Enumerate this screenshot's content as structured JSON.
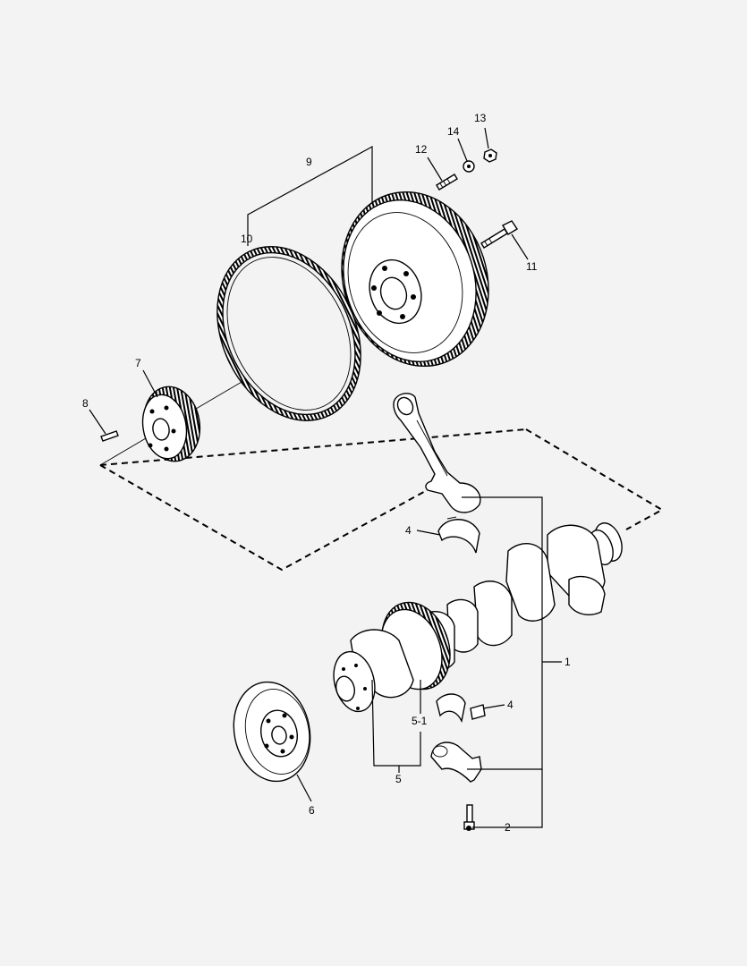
{
  "callouts": {
    "c1": "1",
    "c2": "2",
    "c4a": "4",
    "c4b": "4",
    "c5": "5",
    "c5_1": "5-1",
    "c6": "6",
    "c7": "7",
    "c8": "8",
    "c9": "9",
    "c10": "10",
    "c11": "11",
    "c12": "12",
    "c13": "13",
    "c14": "14"
  }
}
